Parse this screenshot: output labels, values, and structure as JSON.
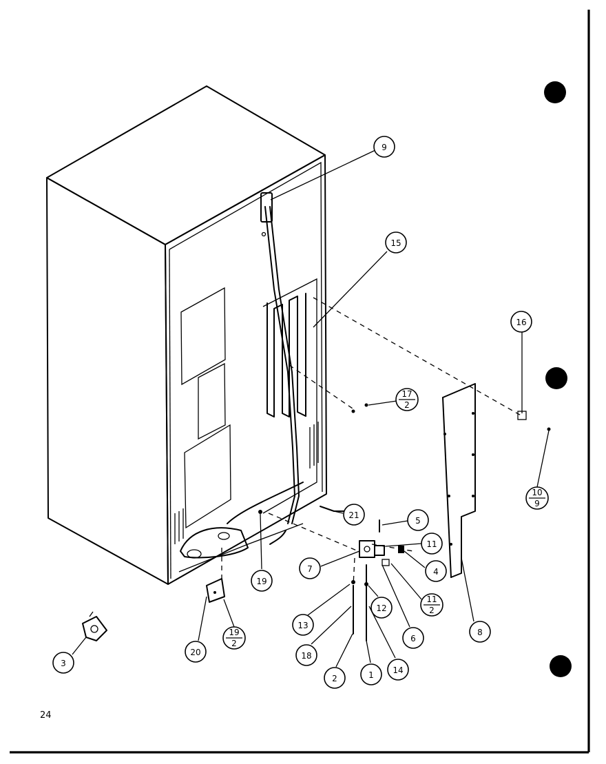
{
  "page_number": "24",
  "callouts": [
    {
      "id": "c9",
      "top": "9"
    },
    {
      "id": "c15",
      "top": "15"
    },
    {
      "id": "c16",
      "top": "16"
    },
    {
      "id": "c17",
      "top": "17",
      "bottom": "2"
    },
    {
      "id": "c10",
      "top": "10",
      "bottom": "9"
    },
    {
      "id": "c21",
      "top": "21"
    },
    {
      "id": "c5",
      "top": "5"
    },
    {
      "id": "c11",
      "top": "11"
    },
    {
      "id": "c7",
      "top": "7"
    },
    {
      "id": "c4",
      "top": "4"
    },
    {
      "id": "c11b",
      "top": "11",
      "bottom": "2"
    },
    {
      "id": "c19",
      "top": "19"
    },
    {
      "id": "c13",
      "top": "13"
    },
    {
      "id": "c12",
      "top": "12"
    },
    {
      "id": "c6",
      "top": "6"
    },
    {
      "id": "c8",
      "top": "8"
    },
    {
      "id": "c18",
      "top": "18"
    },
    {
      "id": "c2",
      "top": "2"
    },
    {
      "id": "c1",
      "top": "1"
    },
    {
      "id": "c14",
      "top": "14"
    },
    {
      "id": "c20",
      "top": "20"
    },
    {
      "id": "c19b",
      "top": "19",
      "bottom": "2"
    },
    {
      "id": "c3",
      "top": "3"
    }
  ]
}
